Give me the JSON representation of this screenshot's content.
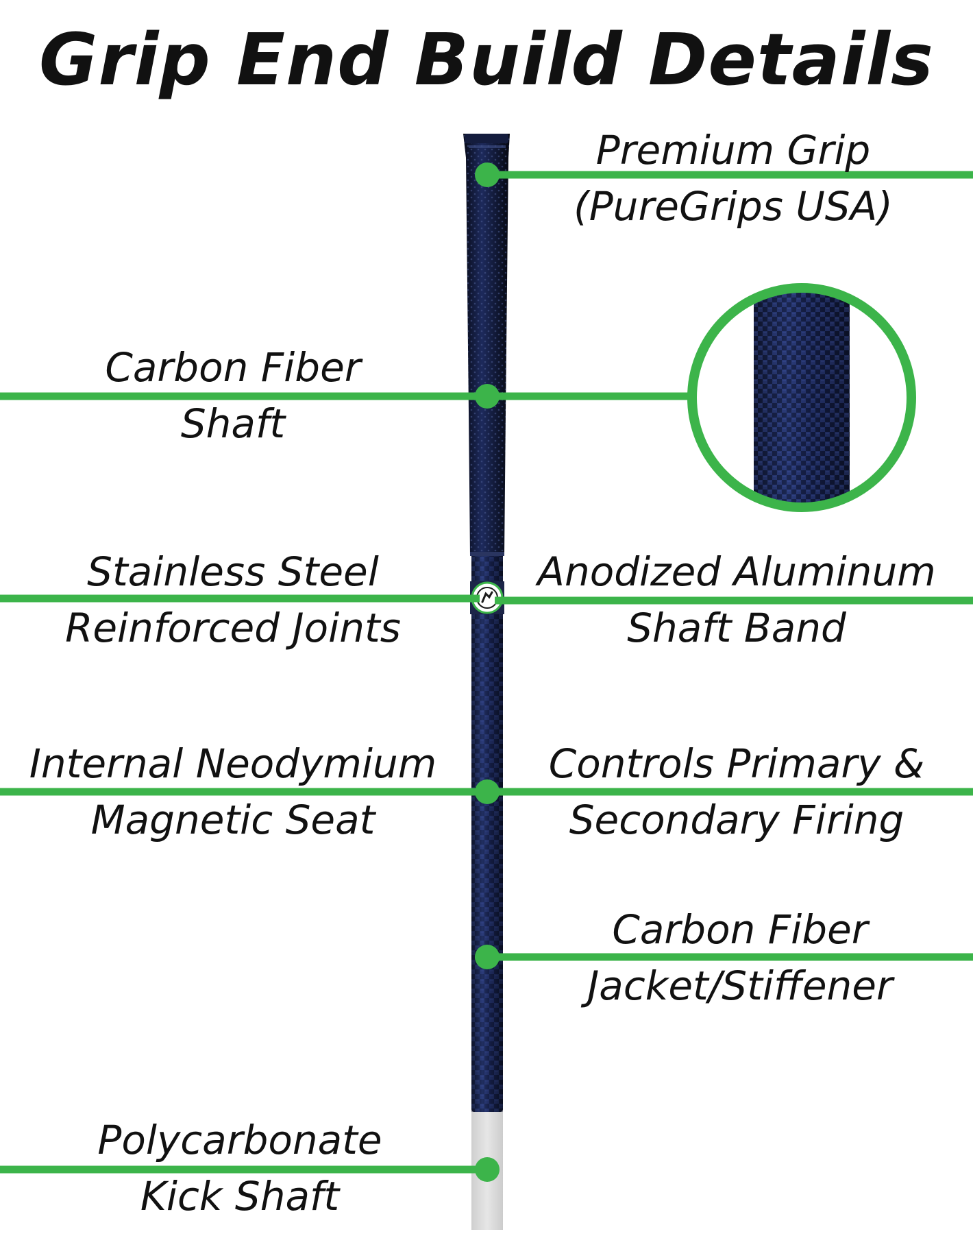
{
  "title": "Grip End Build Details",
  "colors": {
    "accent": "#3cb44a",
    "shaft": "#121a33",
    "shaft_highlight": "#2c3d7a",
    "kick_shaft": "#d9d9d9",
    "text": "#111111"
  },
  "callouts": [
    {
      "id": "premium-grip",
      "line1": "Premium Grip",
      "line2": "(PureGrips USA)"
    },
    {
      "id": "carbon-fiber-shaft",
      "line1": "Carbon Fiber",
      "line2": "Shaft"
    },
    {
      "id": "stainless-steel-joints",
      "line1": "Stainless Steel",
      "line2": "Reinforced Joints"
    },
    {
      "id": "anodized-aluminum-band",
      "line1": "Anodized Aluminum",
      "line2": "Shaft Band"
    },
    {
      "id": "neodymium-magnetic-seat",
      "line1": "Internal Neodymium",
      "line2": "Magnetic Seat"
    },
    {
      "id": "firing-controls",
      "line1": "Controls Primary &",
      "line2": "Secondary Firing"
    },
    {
      "id": "carbon-fiber-jacket",
      "line1": "Carbon Fiber",
      "line2": "Jacket/Stiffener"
    },
    {
      "id": "polycarbonate-kick-shaft",
      "line1": "Polycarbonate",
      "line2": "Kick Shaft"
    }
  ]
}
